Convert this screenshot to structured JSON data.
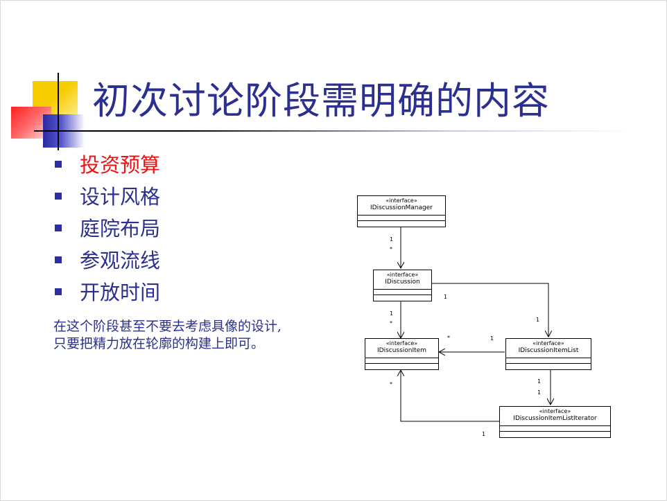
{
  "slide": {
    "title": "初次讨论阶段需明确的内容",
    "bullets": [
      {
        "text": "投资预算",
        "highlight": true
      },
      {
        "text": "设计风格",
        "highlight": false
      },
      {
        "text": "庭院布局",
        "highlight": false
      },
      {
        "text": "参观流线",
        "highlight": false
      },
      {
        "text": "开放时间",
        "highlight": false
      }
    ],
    "note_lines": [
      "在这个阶段甚至不要去考虑具像的设计,",
      "只要把精力放在轮廓的构建上即可。"
    ]
  },
  "diagram": {
    "stereotype": "«interface»",
    "classes": {
      "manager": "IDiscussionManager",
      "discussion": "IDiscussion",
      "item": "IDiscussionItem",
      "item_list": "IDiscussionItemList",
      "iterator": "IDiscussionItemListIterator"
    },
    "multiplicities": {
      "manager_discussion_one": "1",
      "manager_discussion_many": "*",
      "discussion_item_one": "1",
      "discussion_item_many": "*",
      "discussion_list_one_a": "1",
      "discussion_list_one_b": "1",
      "list_item_many": "*",
      "list_item_one": "1",
      "list_iterator_one_a": "1",
      "list_iterator_one_b": "1",
      "iterator_item_many": "*",
      "iterator_item_one": "1"
    }
  },
  "colors": {
    "title": "#2b2f8f",
    "highlight": "#ee1111",
    "bullet": "#2b2fa0"
  }
}
